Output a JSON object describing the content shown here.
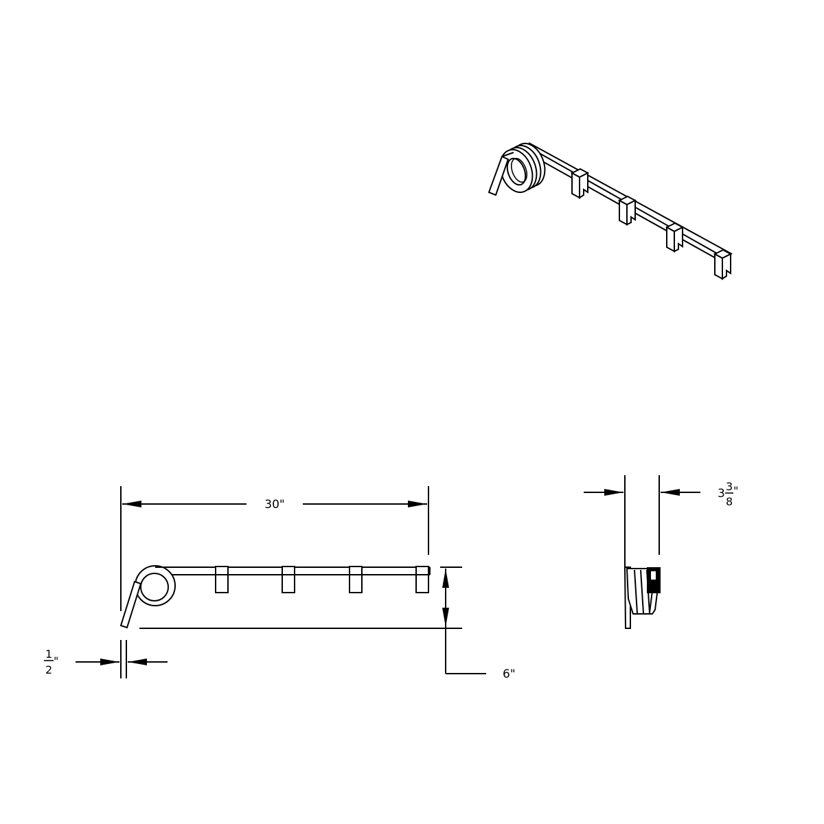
{
  "drawing": {
    "views": [
      {
        "name": "isometric-view",
        "label": ""
      },
      {
        "name": "front-view",
        "label": ""
      },
      {
        "name": "side-view",
        "label": ""
      }
    ],
    "dimensions": {
      "length": {
        "whole": "30\"",
        "value": 30,
        "unit": "in"
      },
      "height": {
        "whole": "6\"",
        "value": 6,
        "unit": "in"
      },
      "wire_thickness": {
        "numerator": "1",
        "denominator": "2",
        "unit_mark": "\"",
        "value": 0.5,
        "unit": "in"
      },
      "width": {
        "whole": "3",
        "numerator": "3",
        "denominator": "8",
        "unit_mark": "\"",
        "value": 3.375,
        "unit": "in"
      }
    },
    "clip_count": 4,
    "colors": {
      "line": "#000000",
      "background": "#ffffff"
    }
  }
}
